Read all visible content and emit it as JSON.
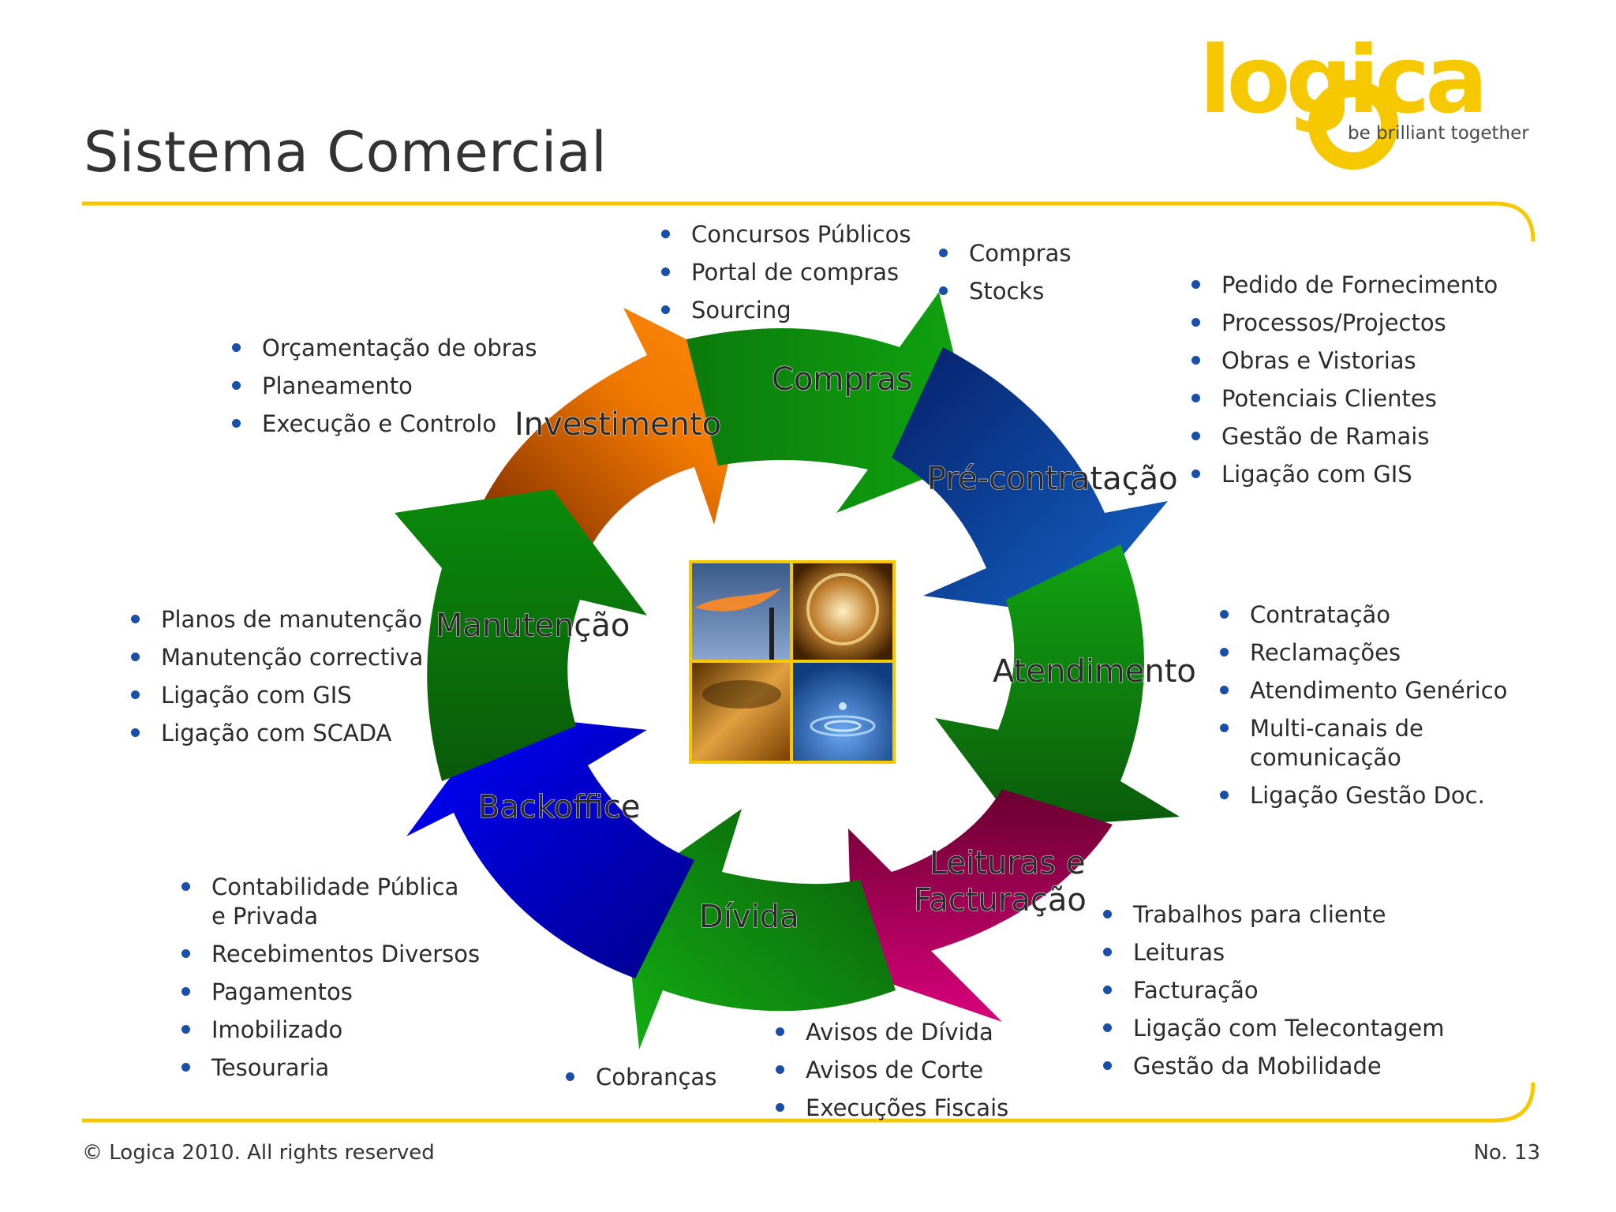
{
  "slide": {
    "title": "Sistema Comercial",
    "footer_left": "© Logica 2010. All rights reserved",
    "footer_right": "No. 13"
  },
  "logo": {
    "wordmark": "logica",
    "tagline": "be brilliant together",
    "color": "#F5C800"
  },
  "colors": {
    "accent_line": "#F5C800",
    "bullet": "#1A4FA8",
    "orange": "#F07800",
    "green": "#0E8A0E",
    "blue_dark": "#0A2E8A",
    "blue_bright": "#0000E0",
    "magenta": "#C8006A"
  },
  "segments": {
    "compras": "Compras",
    "pre_contratacao": "Pré-contratação",
    "atendimento": "Atendimento",
    "leituras_line1": "Leituras e",
    "leituras_line2": "Facturação",
    "divida": "Dívida",
    "backoffice": "Backoffice",
    "manutencao": "Manutenção",
    "investimento": "Investimento"
  },
  "lists": {
    "top_center": [
      "Concursos Públicos",
      "Portal de compras",
      "Sourcing"
    ],
    "top_mid": [
      "Compras",
      "Stocks"
    ],
    "top_right": [
      "Pedido de Fornecimento",
      "Processos/Projectos",
      "Obras e Vistorias",
      "Potenciais Clientes",
      "Gestão de Ramais",
      "Ligação com GIS"
    ],
    "top_left": [
      "Orçamentação de obras",
      "Planeamento",
      "Execução e Controlo"
    ],
    "left": [
      "Planos de manutenção",
      "Manutenção correctiva",
      "Ligação com GIS",
      "Ligação com SCADA"
    ],
    "right": [
      "Contratação",
      "Reclamações",
      "Atendimento Genérico",
      "Multi-canais de comunicação",
      "Ligação Gestão Doc."
    ],
    "bottom_left": [
      "Contabilidade Pública e Privada",
      "Recebimentos Diversos",
      "Pagamentos",
      "Imobilizado",
      "Tesouraria"
    ],
    "bottom_mid": [
      "Cobranças"
    ],
    "bottom_center": [
      "Avisos de Dívida",
      "Avisos de Corte",
      "Execuções Fiscais"
    ],
    "bottom_right": [
      "Trabalhos para cliente",
      "Leituras",
      "Facturação",
      "Ligação com Telecontagem",
      "Gestão da Mobilidade"
    ]
  },
  "center_image": {
    "tiles": [
      "gas-flare-photo",
      "globe-photo",
      "pipeline-photo",
      "water-drop-photo"
    ]
  }
}
